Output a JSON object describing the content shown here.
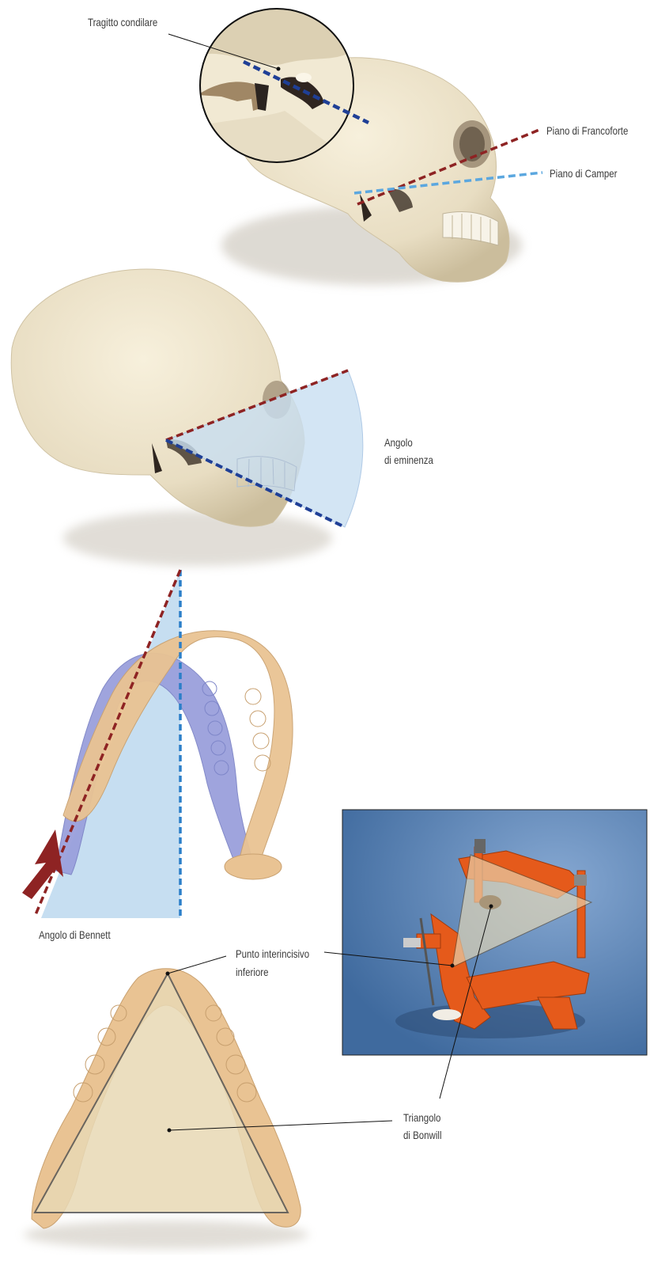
{
  "labels": {
    "condylar_path": "Tragitto condilare",
    "frankfort_plane": "Piano di Francoforte",
    "camper_plane": "Piano di Camper",
    "eminence_angle_line1": "Angolo",
    "eminence_angle_line2": "di eminenza",
    "bennett_angle": "Angolo di Bennett",
    "incisal_point_line1": "Punto interincisivo",
    "incisal_point_line2": "inferiore",
    "bonwill_line1": "Triangolo",
    "bonwill_line2": "di Bonwill"
  },
  "colors": {
    "background": "#ffffff",
    "bone": "#eee4cc",
    "bone_shadow": "#cdbf9f",
    "frankfort_red": "#8e2323",
    "camper_light_blue": "#5ba7df",
    "condylar_dark_blue": "#1f3f96",
    "angle_fill_blue": "#c9dff2",
    "lower_cast_purple": "#9aa0dc",
    "upper_cast_tan": "#e9c393",
    "articulator_bg": "#5f86b4",
    "articulator_orange": "#e55a1b",
    "triangle_fill": "#e8d9b5",
    "triangle_stroke": "#555555",
    "leader_line": "#111111"
  },
  "icons": [
    "skull-illustration",
    "skull-illustration",
    "dental-cast-illustration",
    "articulator-photo",
    "mandible-cast-illustration",
    "arrow-up-icon"
  ]
}
